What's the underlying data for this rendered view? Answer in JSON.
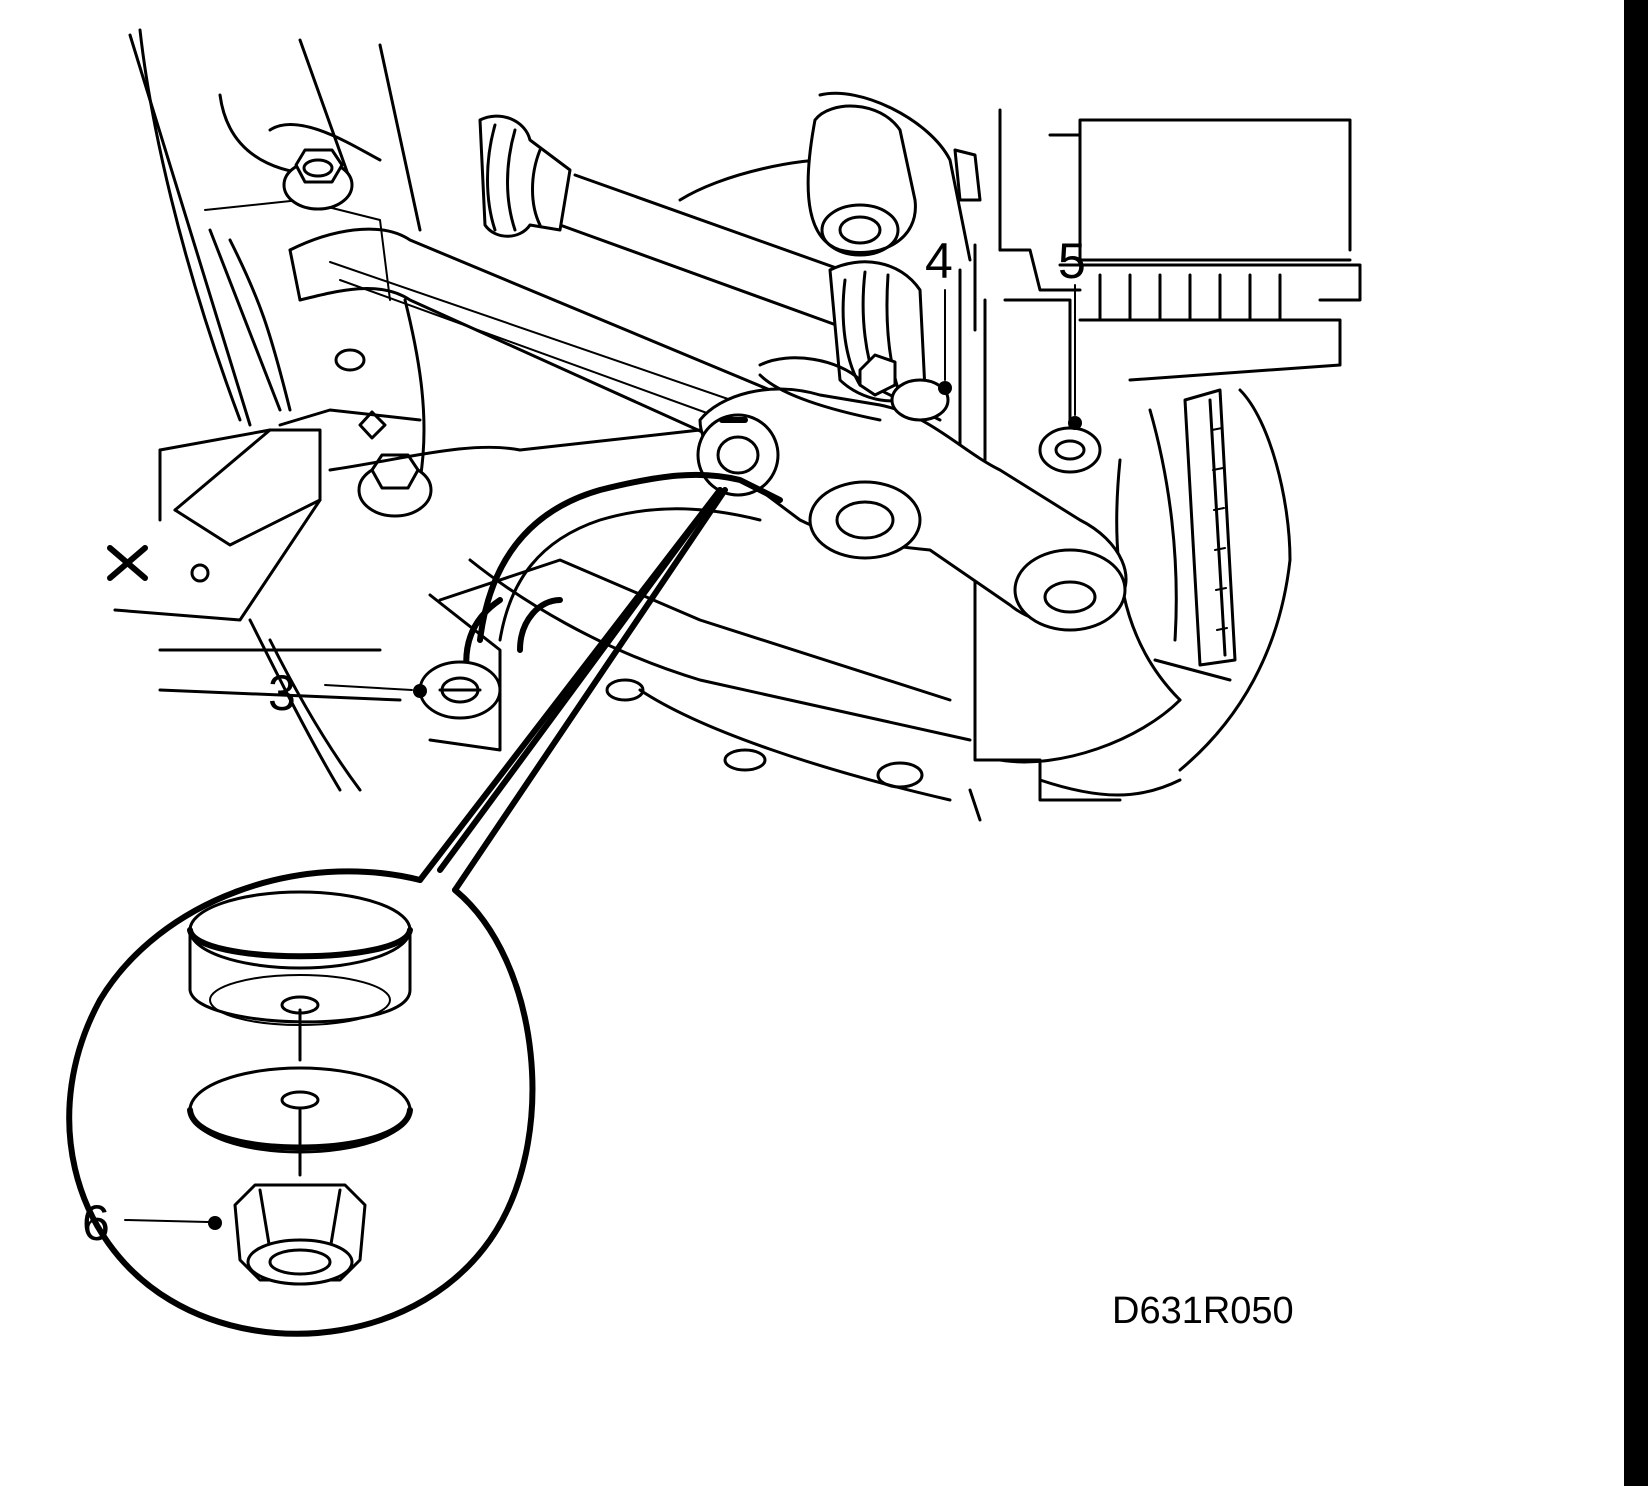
{
  "callouts": {
    "c3": "3",
    "c4": "4",
    "c5": "5",
    "c6": "6"
  },
  "figure_code": "D631R050",
  "colors": {
    "ink": "#000000",
    "paper": "#ffffff"
  }
}
